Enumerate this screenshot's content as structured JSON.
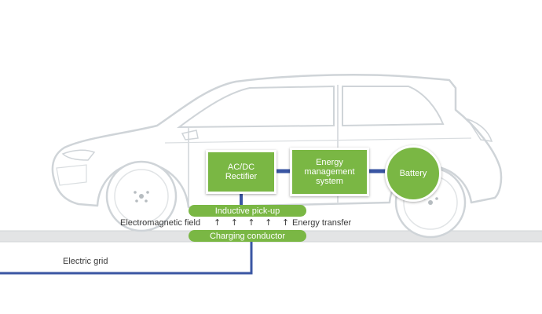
{
  "diagram": {
    "colors": {
      "green": "#7ab744",
      "green_dark": "#6aa737",
      "car_outline": "#cfd4d8",
      "grid_line": "#3a56a3",
      "road": "#e3e4e5",
      "text": "#3a3a3a"
    },
    "components": {
      "rectifier": "AC/DC\nRectifier",
      "energy_management": "Energy\nmanagement\nsystem",
      "battery": "Battery"
    },
    "bars": {
      "inductive_pickup": "Inductive pick-up",
      "charging_conductor": "Charging conductor"
    },
    "labels": {
      "electromagnetic_field": "Electromagnetic field",
      "energy_transfer": "Energy transfer",
      "electric_grid": "Electric grid",
      "field_arrows": "↑ ↑ ↑ ↑ ↑"
    }
  }
}
